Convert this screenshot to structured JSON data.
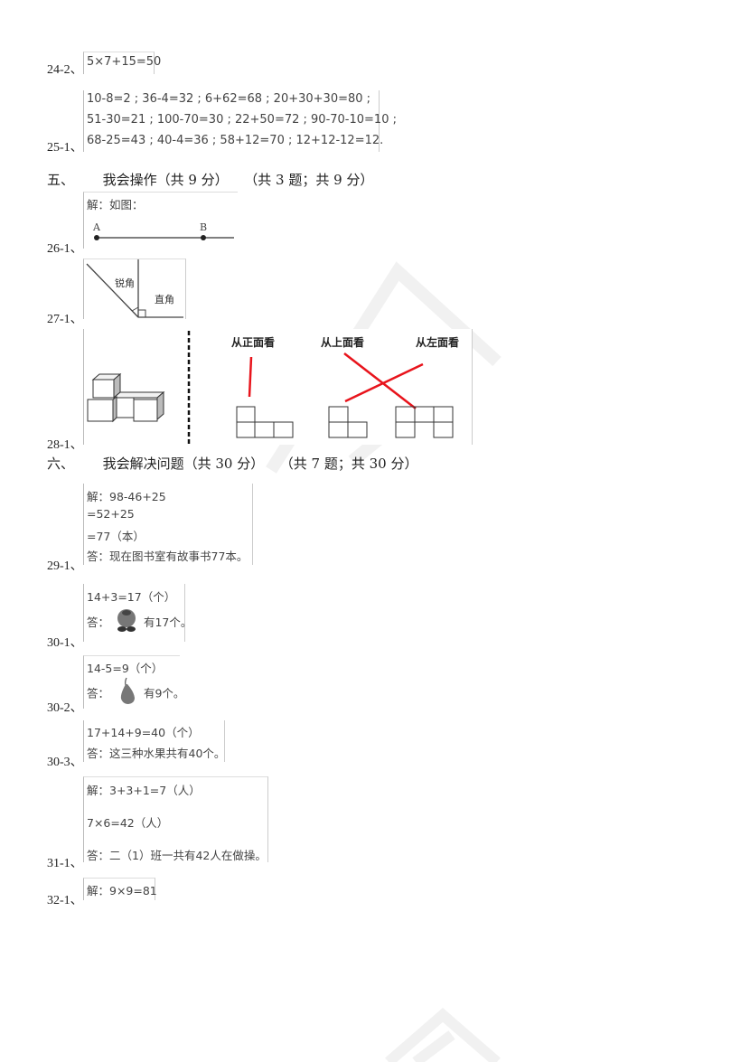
{
  "items": [
    {
      "label": "24-2、",
      "lines": [
        "5×7+15=50"
      ]
    },
    {
      "label": "25-1、",
      "lines": [
        "10-8=2 ; 36-4=32 ; 6+62=68 ; 20+30+30=80 ;",
        "51-30=21 ; 100-70=30 ; 22+50=72 ; 90-70-10=10 ;",
        "68-25=43 ; 40-4=36 ; 58+12=70 ; 12+12-12=12."
      ]
    }
  ],
  "section5": {
    "number": "五、",
    "title": "我会操作（共 9 分）",
    "summary": "（共 3 题；共 9 分）",
    "items": [
      {
        "label": "26-1、",
        "text": "解：如图：",
        "point_a": "A",
        "point_b": "B"
      },
      {
        "label": "27-1、",
        "acute_label": "锐角",
        "right_label": "直角"
      },
      {
        "label": "28-1、",
        "view_front": "从正面看",
        "view_top": "从上面看",
        "view_left": "从左面看"
      }
    ]
  },
  "section6": {
    "number": "六、",
    "title": "我会解决问题（共 30 分）",
    "summary": "（共 7 题；共 30 分）",
    "items": [
      {
        "label": "29-1、",
        "lines": [
          "解：98-46+25",
          "=52+25",
          "=77（本）",
          "答：现在图书室有故事书77本。"
        ]
      },
      {
        "label": "30-1、",
        "lines": [
          "14+3=17（个）"
        ],
        "answer_prefix": "答：",
        "answer_suffix": "有17个。",
        "icon": "peach-icon"
      },
      {
        "label": "30-2、",
        "lines": [
          "14-5=9（个）"
        ],
        "answer_prefix": "答：",
        "answer_suffix": "有9个。",
        "icon": "pear-icon"
      },
      {
        "label": "30-3、",
        "lines": [
          "17+14+9=40（个）",
          "答：这三种水果共有40个。"
        ]
      },
      {
        "label": "31-1、",
        "lines": [
          "解：3+3+1=7（人）",
          "7×6=42（人）",
          "答：二（1）班一共有42人在做操。"
        ]
      },
      {
        "label": "32-1、",
        "lines": [
          "解：9×9=81"
        ]
      }
    ]
  },
  "colors": {
    "red_line": "#e8141c",
    "watermark": "#f3f3f3"
  }
}
